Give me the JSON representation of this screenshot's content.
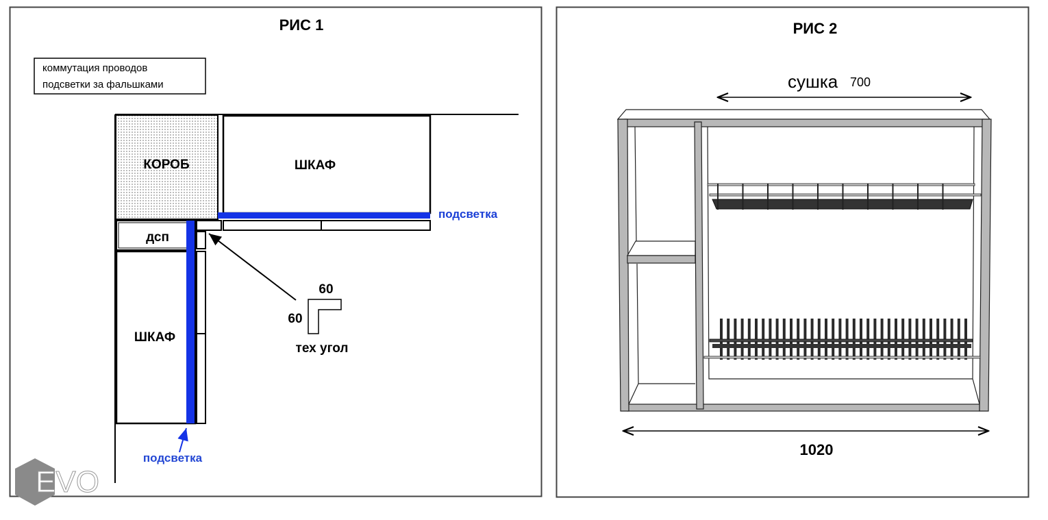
{
  "fig1": {
    "title": "РИС 1",
    "note_line1": "коммутация проводов",
    "note_line2": "подсветки за фальшками",
    "box_label": "КОРОБ",
    "cabinet_top_label": "ШКАФ",
    "cabinet_left_label": "ШКАФ",
    "chipboard_label": "дсп",
    "backlight_right_label": "подсветка",
    "backlight_bottom_label": "подсветка",
    "corner_width": "60",
    "corner_height": "60",
    "corner_label": "тех угол"
  },
  "fig2": {
    "title": "РИС 2",
    "dryer_label": "сушка",
    "dryer_width": "700",
    "total_width": "1020"
  },
  "logo": {
    "text": "EVO"
  },
  "colors": {
    "backlight": "#1433e6",
    "backlight_label": "#2347d4",
    "panel_gray": "#b8b8b8"
  }
}
